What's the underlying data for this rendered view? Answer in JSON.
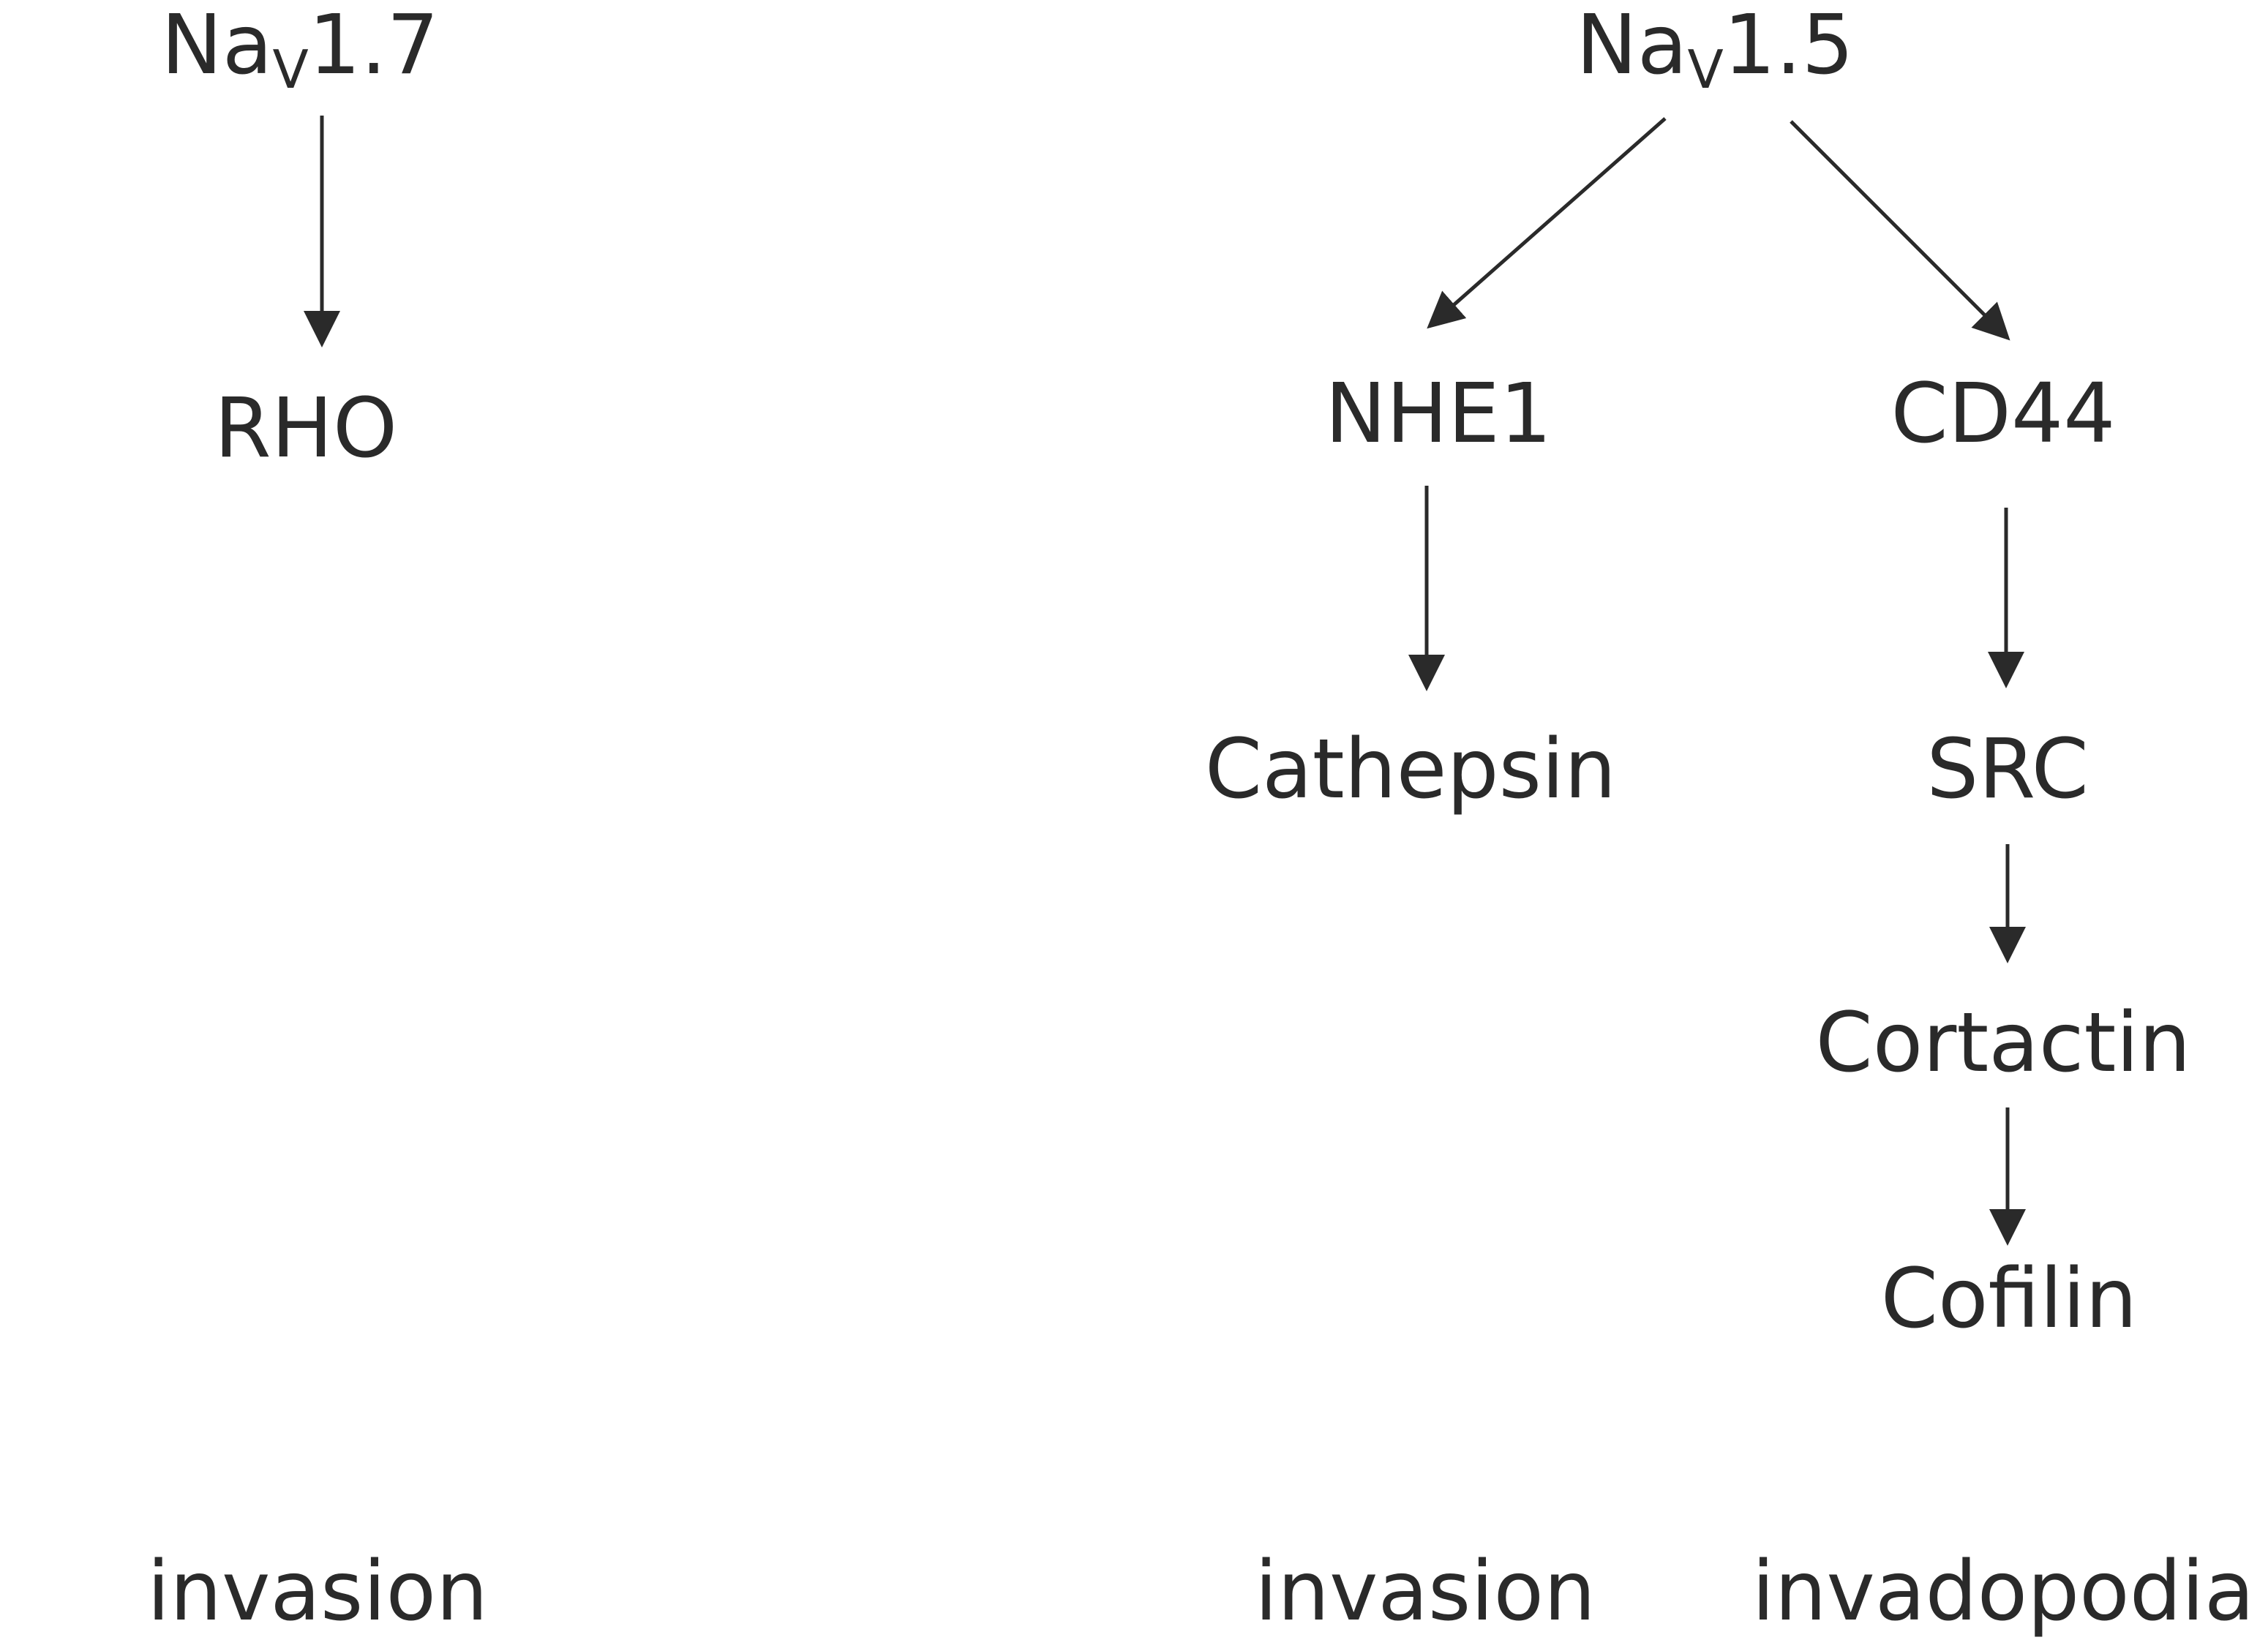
{
  "nodes": {
    "nav17": {
      "base": "Na",
      "sub": "V",
      "suffix": "1.7"
    },
    "rho": "RHO",
    "invasion_left": "invasion",
    "nav15": {
      "base": "Na",
      "sub": "V",
      "suffix": "1.5"
    },
    "nhe1": "NHE1",
    "cd44": "CD44",
    "cathepsin": "Cathepsin",
    "src": "SRC",
    "cortactin": "Cortactin",
    "cofilin": "Cofilin",
    "invasion_mid": "invasion",
    "invadopodia": "invadopodia"
  },
  "edges": [
    {
      "from": "nav17",
      "to": "rho"
    },
    {
      "from": "nav15",
      "to": "nhe1"
    },
    {
      "from": "nav15",
      "to": "cd44"
    },
    {
      "from": "nhe1",
      "to": "cathepsin"
    },
    {
      "from": "cd44",
      "to": "src"
    },
    {
      "from": "src",
      "to": "cortactin"
    },
    {
      "from": "cortactin",
      "to": "cofilin"
    }
  ]
}
